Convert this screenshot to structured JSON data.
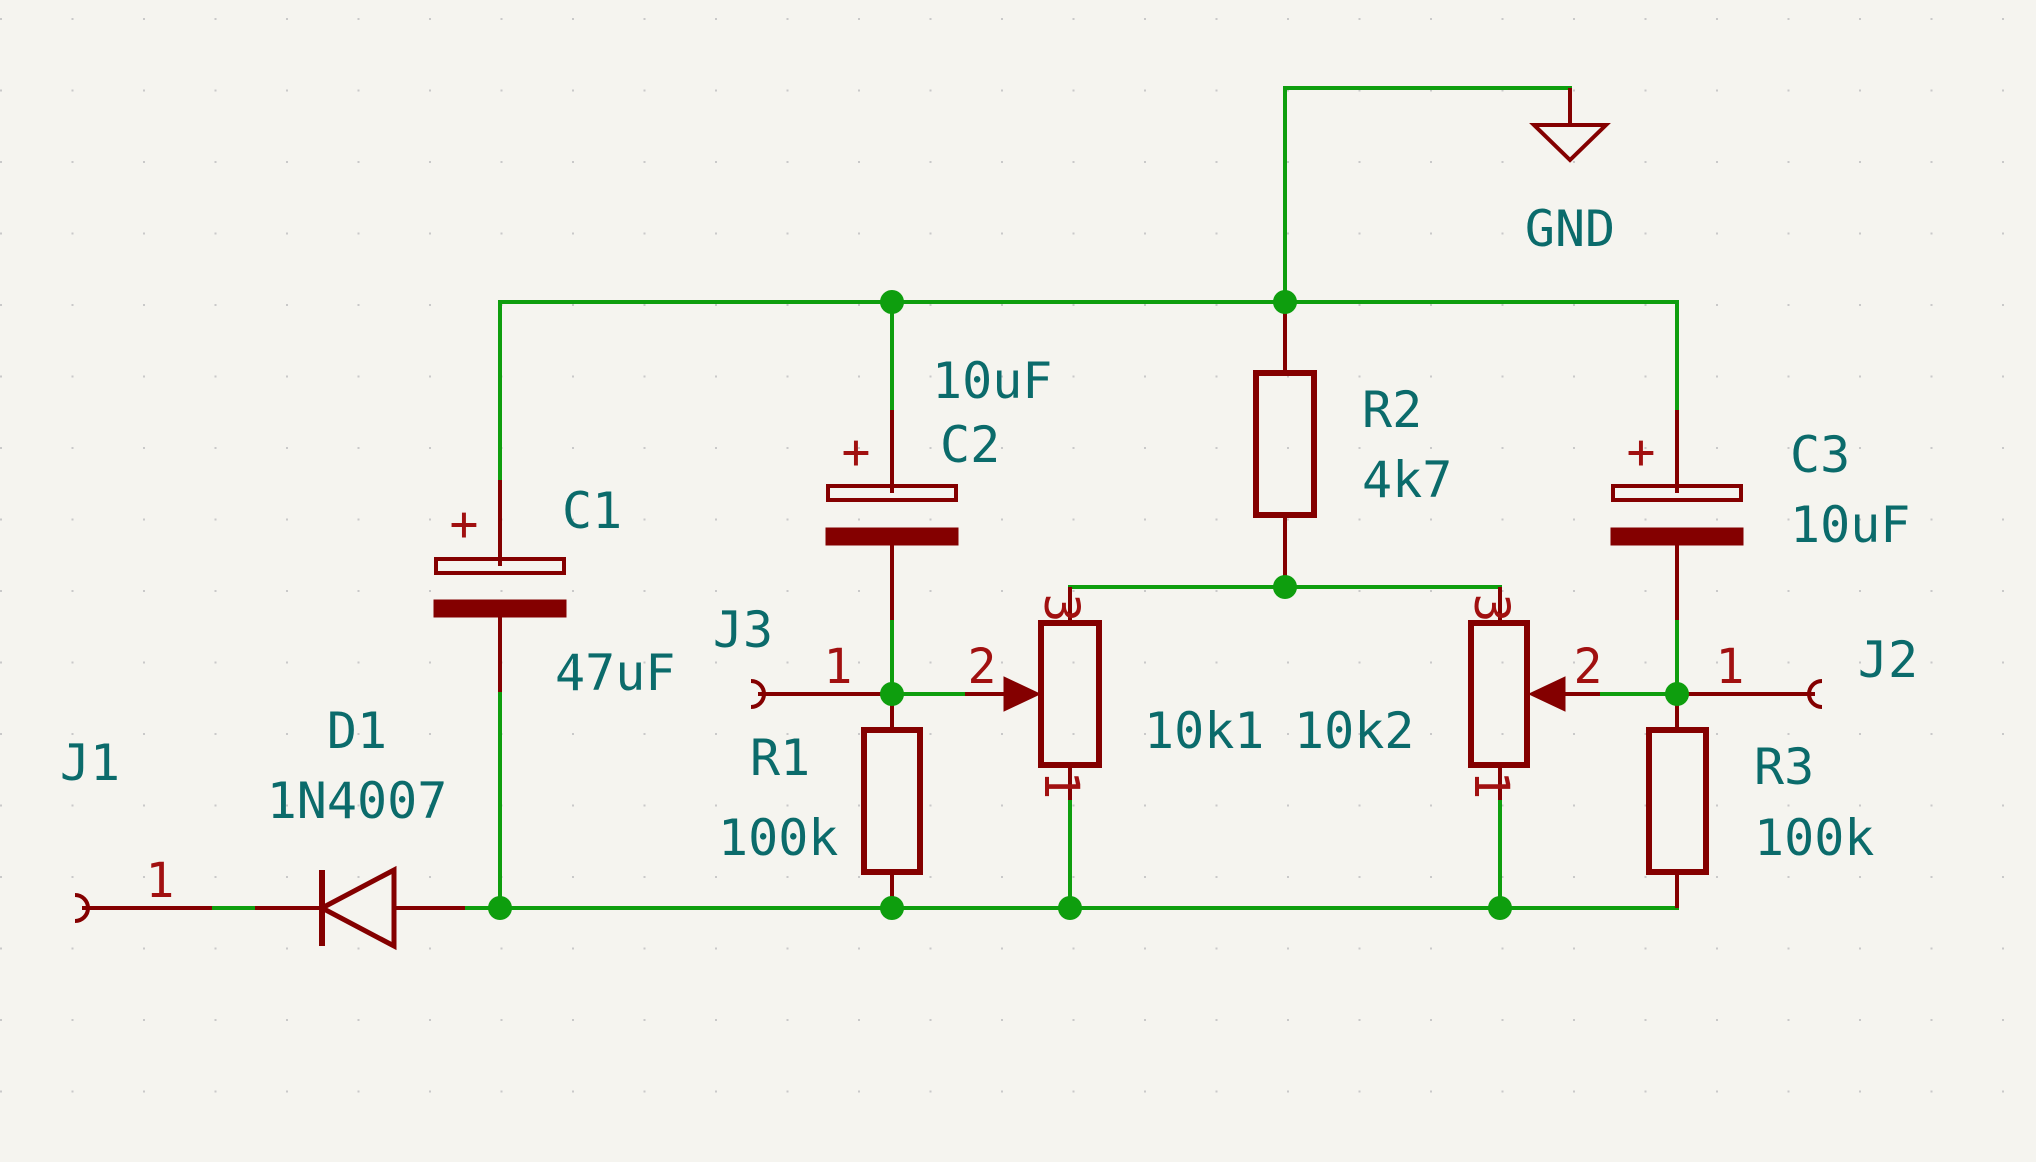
{
  "schematic": {
    "ground": {
      "label": "GND"
    },
    "components": {
      "j1": {
        "ref": "J1",
        "pin1": "1"
      },
      "j2": {
        "ref": "J2",
        "pin1": "1"
      },
      "j3": {
        "ref": "J3",
        "pin1": "1"
      },
      "d1": {
        "ref": "D1",
        "value": "1N4007"
      },
      "c1": {
        "ref": "C1",
        "value": "47uF",
        "polarity": "+"
      },
      "c2": {
        "ref": "C2",
        "value": "10uF",
        "polarity": "+"
      },
      "c3": {
        "ref": "C3",
        "value": "10uF",
        "polarity": "+"
      },
      "r1": {
        "ref": "R1",
        "value": "100k"
      },
      "r2": {
        "ref": "R2",
        "value": "4k7"
      },
      "r3": {
        "ref": "R3",
        "value": "100k"
      },
      "pot1": {
        "ref_value": "10k1",
        "pin1": "1",
        "pin2": "2",
        "pin3": "3"
      },
      "pot2": {
        "ref_value": "10k2",
        "pin1": "1",
        "pin2": "2",
        "pin3": "3"
      }
    }
  }
}
